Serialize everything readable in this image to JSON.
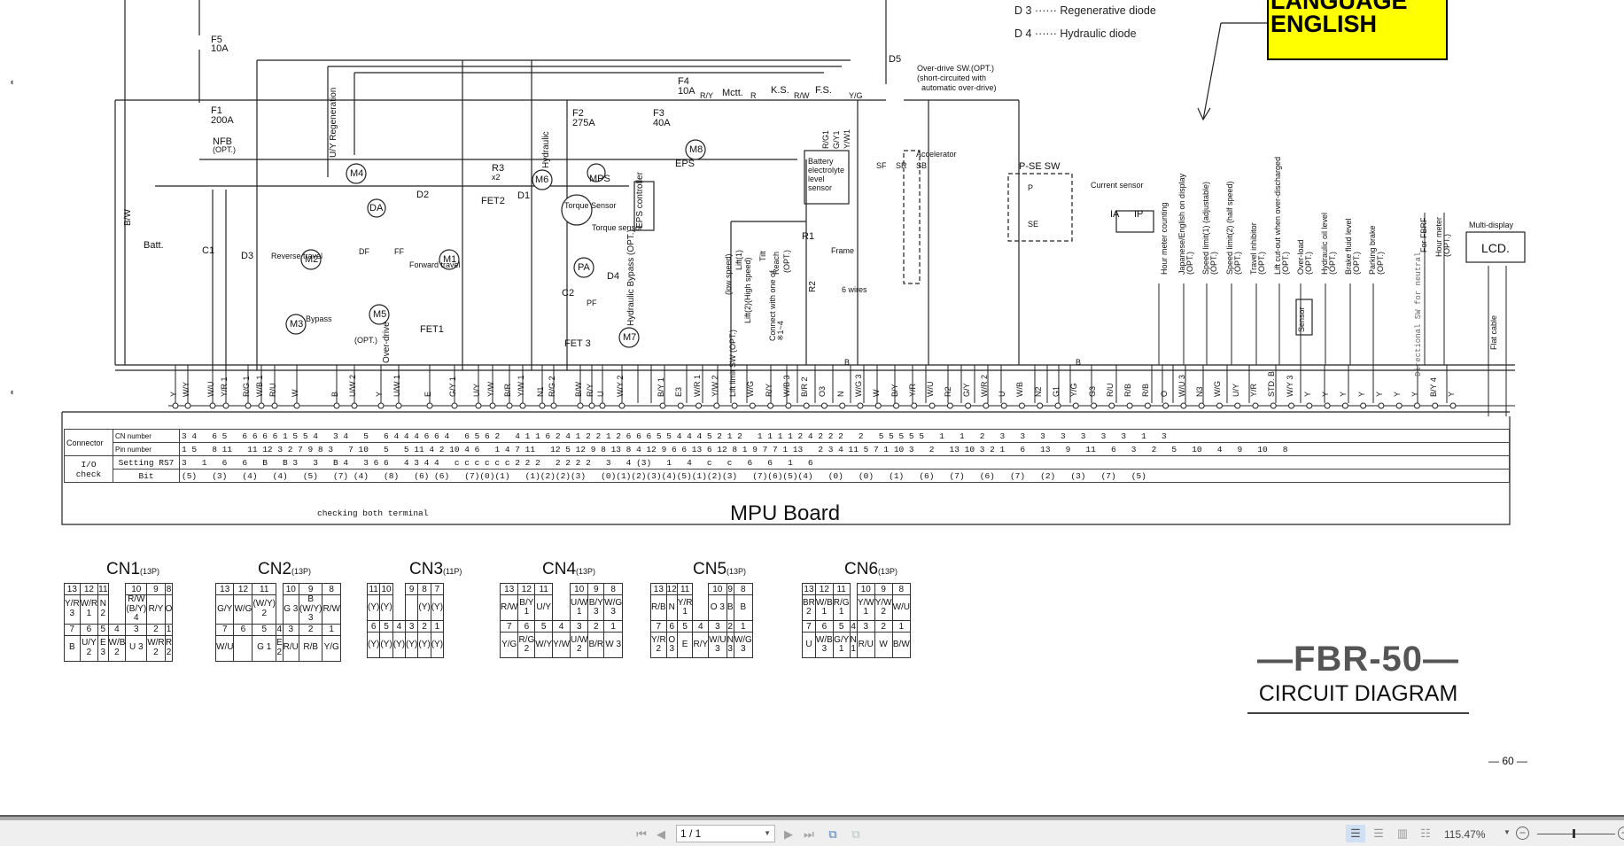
{
  "document": {
    "legend_box": {
      "line1": "LANGUAGE",
      "line2": "ENGLISH",
      "color": "#ffff00"
    },
    "diode_notes": [
      "D 3 ······ Regenerative diode",
      "D 4 ······ Hydraulic diode"
    ],
    "labels": {
      "f5": "F5",
      "f5_rating": "10A",
      "f1": "F1",
      "f1_rating": "200A",
      "nfb": "NFB",
      "nfb_opt": "(OPT.)",
      "f2": "F2",
      "f2_rating": "275A",
      "f3": "F3",
      "f3_rating": "40A",
      "f4": "F4",
      "f4_rating": "10A",
      "mctt": "Mctt.",
      "ks": "K.S.",
      "fs": "F.S.",
      "wire_ry": "R/Y",
      "wire_r": "R",
      "wire_rw": "R/W",
      "wire_yg": "Y/G",
      "batt": "Batt.",
      "bw": "B/W",
      "c1": "C1",
      "d3": "D3",
      "d2": "D2",
      "d1": "D1",
      "d5": "D5",
      "d4": "D4",
      "m1": "M1",
      "m2": "M2",
      "m3": "M3",
      "m4": "M4",
      "m5": "M5",
      "m6": "M6",
      "m7": "M7",
      "m8": "M8",
      "da": "DA",
      "pa": "PA",
      "mps": "MPS",
      "uy_regeneration": "U/Y  Regeneration",
      "hydraulic": "Hydraulic",
      "current_sensor_small": "Current sensor",
      "ia": "IA",
      "ip": "IP",
      "r3": "R3",
      "r3x2": "x2",
      "fet2": "FET2",
      "fet1": "FET1",
      "fet3": "FET 3",
      "reverse_travel": "Reverse travel",
      "forward_travel": "Forward travel",
      "df": "DF",
      "ff": "FF",
      "f": "F",
      "bypass": "Bypass",
      "opt": "(OPT.)",
      "over_drive": "Over-drive",
      "torque_sensor": "Torque Sensor",
      "torque_sensor2": "Torque sensor",
      "eps_controller": "EPS controller",
      "eps": "EPS",
      "c2": "C2",
      "pf": "PF",
      "hydraulic_bypass": "Hydraulic Bypass (OPT.)",
      "battery_sensor": "Battery electrolyte level sensor",
      "rg1": "R/G1",
      "gy1": "G/Y1",
      "yw1": "Y/W1",
      "frame": "Frame",
      "six_wires": "6 wires",
      "r1": "R1",
      "r2": "R2",
      "lift_switches": [
        "(low speed)",
        "Lift(1)",
        "Lift(2)(High speed)",
        "Tilt",
        "Reach",
        "(OPT.)"
      ],
      "connect_with": "Connect with one of ※1~4",
      "overdrive_sw": "Over-drive SW.(OPT.)",
      "overdrive_note1": "(short-circuited with",
      "overdrive_note2": "automatic over-drive)",
      "accelerator": "Accelerator",
      "sf": "SF",
      "sr": "SR",
      "sb": "SB",
      "pse_sw": "P-SE SW",
      "p": "P",
      "se": "SE",
      "current_sensor": "Current sensor",
      "options": [
        "Hour meter counting",
        "Japanese/English on display (OPT.)",
        "Speed limit(1) (adjustable) (OPT.)",
        "Speed limit(2) (half speed) (OPT.)",
        "Travel inhibitor (OPT.)",
        "Lift cut-out when over-discharged (OPT.)",
        "Over-load (OPT.)",
        "Hydraulic oil level (OPT.)",
        "Brake fluid level (OPT.)",
        "Parking brake (OPT.)"
      ],
      "sensor": "Sensor",
      "directional_sw": "Directional SW for neutral",
      "for_fbrf": "For FBRF",
      "hour_meter": "Hour meter (OPT.)",
      "multi_display": "Multi-display",
      "lcd": "LCD.",
      "flat_cable": "Flat cable",
      "bus_b": "B"
    },
    "wire_labels_left": [
      "Y",
      "W/Y",
      "W/U",
      "Y/R 1",
      "R/G 1",
      "W/B 1",
      "R/U",
      "W",
      "B",
      "U/W 2",
      "Y",
      "U/W 1",
      "E",
      "G/Y 1",
      "U/Y",
      "Y/W",
      "B/R",
      "Y/W 1",
      "N1",
      "R/G 2",
      "B/W",
      "R/Y",
      "U",
      "W/Y 2"
    ],
    "wire_labels_right": [
      "B/Y 1",
      "E3",
      "W/R 1",
      "Y/W 2",
      "Lift limit SW (OPT.)",
      "W/G",
      "R/Y",
      "W/B 3",
      "B/R 2",
      "O3",
      "N",
      "W/G 3",
      "W",
      "B/Y",
      "Y/R",
      "W/U",
      "R2",
      "G/Y",
      "W/R 2",
      "U",
      "W/B",
      "N2",
      "G1",
      "Y/G",
      "G3",
      "R/U",
      "R/B",
      "R/B",
      "O",
      "W/U 3",
      "N3",
      "W/G",
      "U/Y",
      "Y/R",
      "STD. B",
      "W/Y 3",
      "Y",
      "Y",
      "Y",
      "Y",
      "Y",
      "Y",
      "Y",
      "B/Y 4",
      "Y"
    ],
    "mpu_board": {
      "title": "MPU Board",
      "connector_label": "Connector",
      "cn_number_label": "CN number",
      "pin_number_label": "Pin number",
      "io_label": "I/O check",
      "setting_label": "Setting RS7",
      "bit_label": "Bit",
      "cn_numbers": "3 4   6 5   6 6 6 6 1 5 5 4   3 4   5   6 4 4 4 6 6 4   6 5 6 2   4 1 1 6 2 4 1 2 2 1 2 6 6 6 5 5 4 4 4 5 2 1 2   1 1 1 1 2 4 2 2 2   2   5 5 5 5 5   1   1   2   3   3   3   3   3   3   3   1   3",
      "pin_numbers": "1 5   8 11   11 12 3 2 7 9 8 3   7 10   5   5 11 4 2 10 4 6   1 4 7 11   12 5 12 9 8 13 8 4 12 9 6 6 13 6 12 8 1 9 7 7 1 13   2 3 4 11 5 7 1 10 3   2   13 10 3 2 1   6   13   9   11   6   3   2   5   10   4   9   10   8",
      "setting": "3   1   6   6   B   B 3   3   B 4   3 6 6   4 3 4 4   c c c c c c 2 2 2   2 2 2 2   3   4 (3)   1   4   c   c   6   6   1   6",
      "bits": "(5)   (3)   (4)   (4)   (5)   (7) (4)   (8)   (6) (6)   (7)(0)(1)   (1)(2)(2)(3)   (0)(1)(2)(3)(4)(5)(1)(2)(3)   (7)(6)(5)(4)   (0)   (0)   (1)   (6)   (7)   (6)   (7)   (2)   (3)   (7)   (5)",
      "note": "checking both terminal"
    },
    "connectors": [
      {
        "name": "CN1",
        "pins": "(13P)",
        "top_nums": [
          "13",
          "12",
          "11",
          "",
          "10",
          "9",
          "8"
        ],
        "top_vals": [
          "Y/R 3",
          "W/R 1",
          "N 2",
          "",
          "R/W (B/Y) 4",
          "R/Y",
          "O"
        ],
        "bot_nums": [
          "7",
          "6",
          "5",
          "4",
          "3",
          "2",
          "1"
        ],
        "bot_vals": [
          "B",
          "U/Y 2",
          "E 3",
          "W/B 2",
          "U 3",
          "W/R 2",
          "R 2"
        ]
      },
      {
        "name": "CN2",
        "pins": "(13P)",
        "top_nums": [
          "13",
          "12",
          "11",
          "",
          "10",
          "9",
          "8"
        ],
        "top_vals": [
          "G/Y",
          "W/G",
          "(W/Y) 2",
          "",
          "G 3",
          "B (W/Y) 3",
          "R/W"
        ],
        "bot_nums": [
          "7",
          "6",
          "5",
          "4",
          "3",
          "2",
          "1"
        ],
        "bot_vals": [
          "W/U",
          "",
          "G 1",
          "E 2",
          "R/U",
          "R/B",
          "Y/G"
        ]
      },
      {
        "name": "CN3",
        "pins": "(11P)",
        "top_nums": [
          "11",
          "10",
          "",
          "9",
          "8",
          "7"
        ],
        "top_vals": [
          "(Y)",
          "(Y)",
          "",
          "",
          "(Y)",
          "(Y)"
        ],
        "bot_nums": [
          "6",
          "5",
          "4",
          "3",
          "2",
          "1"
        ],
        "bot_vals": [
          "(Y)",
          "(Y)",
          "(Y)",
          "(Y)",
          "(Y)",
          "(Y)"
        ]
      },
      {
        "name": "CN4",
        "pins": "(13P)",
        "top_nums": [
          "13",
          "12",
          "11",
          "",
          "10",
          "9",
          "8"
        ],
        "top_vals": [
          "R/W",
          "B/Y 1",
          "U/Y",
          "",
          "U/W 1",
          "B/Y 3",
          "W/G 3"
        ],
        "bot_nums": [
          "7",
          "6",
          "5",
          "4",
          "3",
          "2",
          "1"
        ],
        "bot_vals": [
          "Y/G",
          "R/G 2",
          "W/Y",
          "Y/W",
          "U/W 2",
          "B/R",
          "W 3"
        ]
      },
      {
        "name": "CN5",
        "pins": "(13P)",
        "top_nums": [
          "13",
          "12",
          "11",
          "",
          "10",
          "9",
          "8"
        ],
        "top_vals": [
          "R/B",
          "N",
          "Y/R 1",
          "",
          "O 3",
          "B",
          "B"
        ],
        "bot_nums": [
          "7",
          "6",
          "5",
          "4",
          "3",
          "2",
          "1"
        ],
        "bot_vals": [
          "Y/R 2",
          "O 3",
          "E",
          "R/Y",
          "W/U 3",
          "N 3",
          "W/G 3"
        ]
      },
      {
        "name": "CN6",
        "pins": "(13P)",
        "top_nums": [
          "13",
          "12",
          "11",
          "",
          "10",
          "9",
          "8"
        ],
        "top_vals": [
          "BR 2",
          "W/B 1",
          "R/G 1",
          "",
          "Y/W 1",
          "Y/W 2",
          "W/U"
        ],
        "bot_nums": [
          "7",
          "6",
          "5",
          "4",
          "3",
          "2",
          "1"
        ],
        "bot_vals": [
          "U",
          "W/B 3",
          "G/Y 1",
          "N 1",
          "R/U",
          "W",
          "B/W"
        ]
      }
    ],
    "title_block": {
      "model": "—FBR-50—",
      "subtitle": "CIRCUIT DIAGRAM",
      "page_number": "— 60 —"
    }
  },
  "toolbar": {
    "first_page": "first-page",
    "prev_page": "previous-page",
    "page_value": "1 / 1",
    "next_page": "next-page",
    "last_page": "last-page",
    "zoom_value": "115.47%",
    "zoom_slider_fraction": 0.45
  }
}
